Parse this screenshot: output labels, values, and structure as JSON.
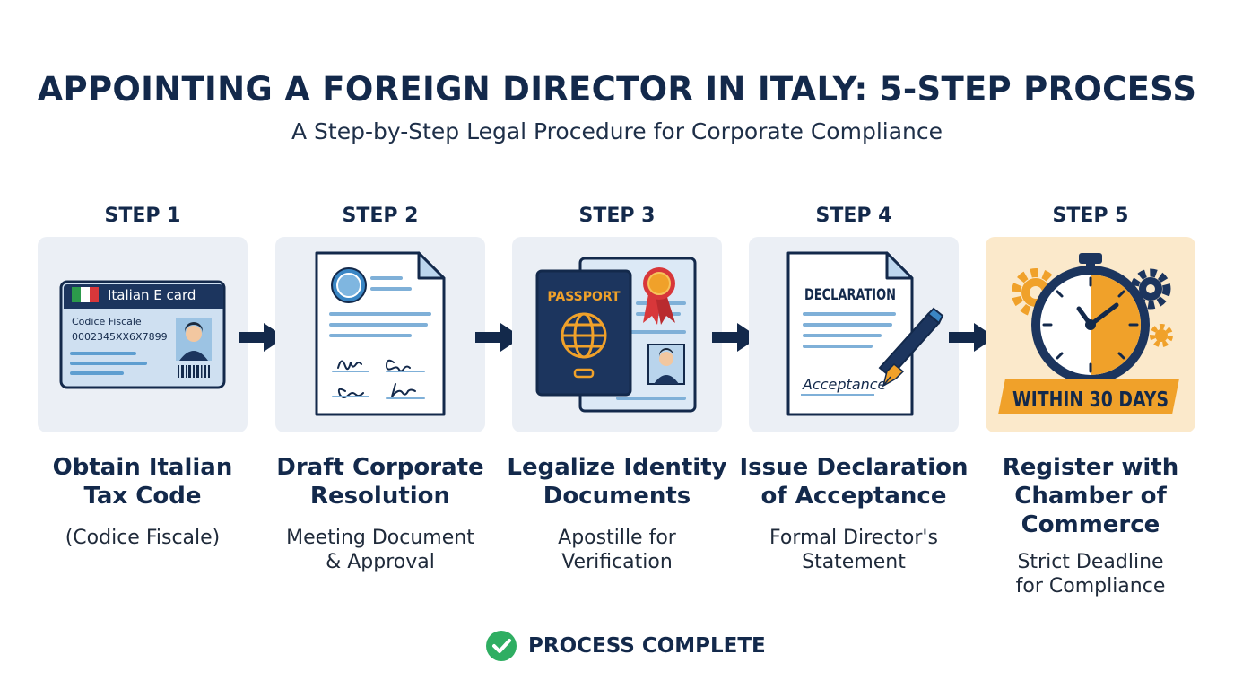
{
  "header": {
    "title": "APPOINTING A FOREIGN DIRECTOR IN ITALY: 5-STEP PROCESS",
    "subtitle": "A Step-by-Step Legal Procedure for Corporate Compliance"
  },
  "steps": [
    {
      "label": "STEP 1",
      "title_lines": [
        "Obtain Italian",
        "Tax Code"
      ],
      "desc_lines": [
        "(Codice Fiscale)"
      ],
      "card": {
        "card_title": "Italian E card",
        "field_label": "Codice Fiscale",
        "field_value": "0002345XX6X7899"
      }
    },
    {
      "label": "STEP 2",
      "title_lines": [
        "Draft Corporate",
        "Resolution"
      ],
      "desc_lines": [
        "Meeting Document",
        "& Approval"
      ]
    },
    {
      "label": "STEP 3",
      "title_lines": [
        "Legalize Identity",
        "Documents"
      ],
      "desc_lines": [
        "Apostille for",
        "Verification"
      ],
      "card": {
        "passport_text": "PASSPORT"
      }
    },
    {
      "label": "STEP 4",
      "title_lines": [
        "Issue Declaration",
        "of Acceptance"
      ],
      "desc_lines": [
        "Formal Director's",
        "Statement"
      ],
      "card": {
        "doc_title": "DECLARATION",
        "signature": "Acceptance"
      }
    },
    {
      "label": "STEP 5",
      "title_lines": [
        "Register with",
        "Chamber of",
        "Commerce"
      ],
      "desc_lines": [
        "Strict Deadline",
        "for Compliance"
      ],
      "card": {
        "banner": "WITHIN 30 DAYS"
      }
    }
  ],
  "footer": {
    "status": "PROCESS COMPLETE"
  },
  "colors": {
    "navy": "#13294b",
    "card_bg": "#ebeff5",
    "highlight_bg": "#fbe9cb",
    "accent_orange": "#f0a12a",
    "accent_blue": "#7fb0d8",
    "success_green": "#2fae62"
  }
}
